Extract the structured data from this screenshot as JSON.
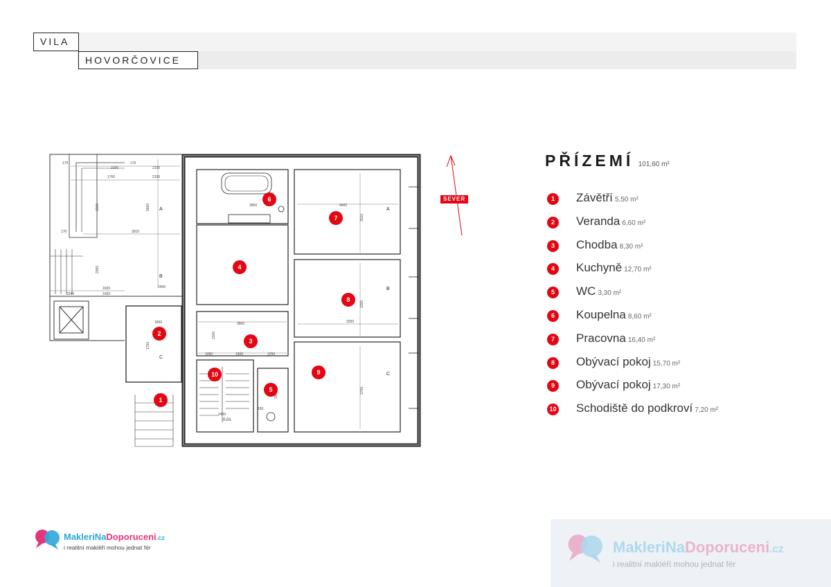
{
  "header": {
    "line1": "VILA",
    "line2": "HOVORČOVICE"
  },
  "north_label": "SEVER",
  "floor": {
    "name": "PŘÍZEMÍ",
    "area": "101,60 m²"
  },
  "rooms": [
    {
      "number": "1",
      "name": "Závětří",
      "area": "5,50 m²"
    },
    {
      "number": "2",
      "name": "Veranda",
      "area": "6,60 m²"
    },
    {
      "number": "3",
      "name": "Chodba",
      "area": "8,30 m²"
    },
    {
      "number": "4",
      "name": "Kuchyně",
      "area": "12,70 m²"
    },
    {
      "number": "5",
      "name": "WC",
      "area": "3,30 m²"
    },
    {
      "number": "6",
      "name": "Koupelna",
      "area": "8,60 m²"
    },
    {
      "number": "7",
      "name": "Pracovna",
      "area": "16,40 m²"
    },
    {
      "number": "8",
      "name": "Obývací pokoj",
      "area": "15,70 m²"
    },
    {
      "number": "9",
      "name": "Obývací pokoj",
      "area": "17,30 m²"
    },
    {
      "number": "10",
      "name": "Schodiště do podkroví",
      "area": "7,20 m²"
    }
  ],
  "plan": {
    "dimensions": [
      "170",
      "2150",
      "170",
      "2150",
      "1760",
      "2150",
      "3910",
      "5660",
      "3100",
      "170",
      "2360",
      "2400",
      "1665",
      "1665",
      "2240",
      "1850",
      "1750",
      "3800",
      "2100",
      "1500",
      "1250",
      "1050",
      "2400",
      "2850",
      "4500",
      "3510",
      "3395",
      "3250",
      "3755",
      "2950",
      "150"
    ],
    "section_marks": [
      "A",
      "B",
      "A",
      "B",
      "C",
      "C"
    ],
    "stair_code": "0.01"
  },
  "logo": {
    "brand_main": "MakleriNa",
    "brand_accent": "Doporuceni",
    "brand_tld": ".cz",
    "tagline": "i realitní makléři mohou jednat fér"
  }
}
